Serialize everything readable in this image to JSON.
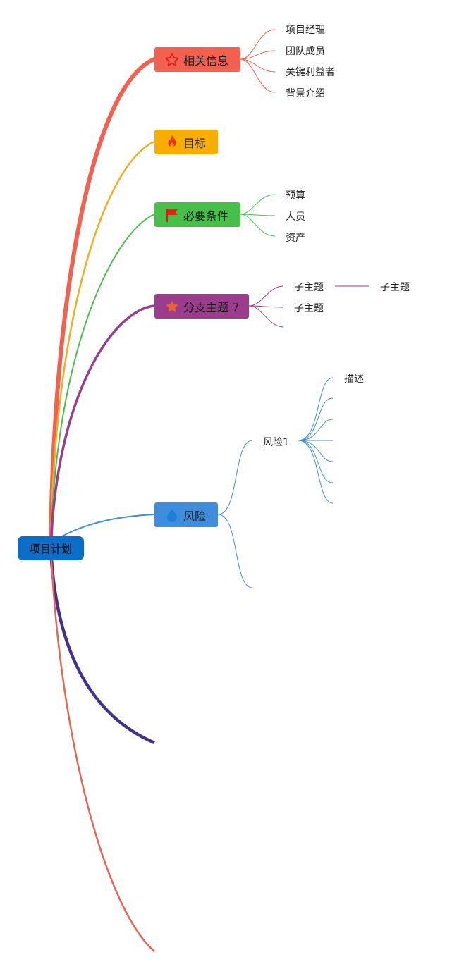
{
  "root": {
    "label": "项目计划",
    "color": "#0b6fc9"
  },
  "branches": [
    {
      "label": "相关信息",
      "icon": "star-outline-icon",
      "color": "#f4604f",
      "children": [
        "项目经理",
        "团队成员",
        "关键利益者",
        "背景介绍"
      ]
    },
    {
      "label": "目标",
      "icon": "fire-icon",
      "color": "#f7ae00",
      "children": []
    },
    {
      "label": "必要条件",
      "icon": "flag-icon",
      "color": "#47c04a",
      "children": [
        "预算",
        "人员",
        "资产"
      ]
    },
    {
      "label": "分支主题 7",
      "icon": "star-filled-icon",
      "color": "#9c3c8c",
      "children": [
        "子主题",
        "子主题"
      ],
      "grandchild": "子主题"
    },
    {
      "label": "风险",
      "icon": "droplet-icon",
      "color": "#3f8ede",
      "children": [
        "风险1"
      ],
      "grandchild": "描述"
    }
  ],
  "extra_lines": [
    {
      "color": "#44318f"
    },
    {
      "color": "#ea6458"
    }
  ]
}
